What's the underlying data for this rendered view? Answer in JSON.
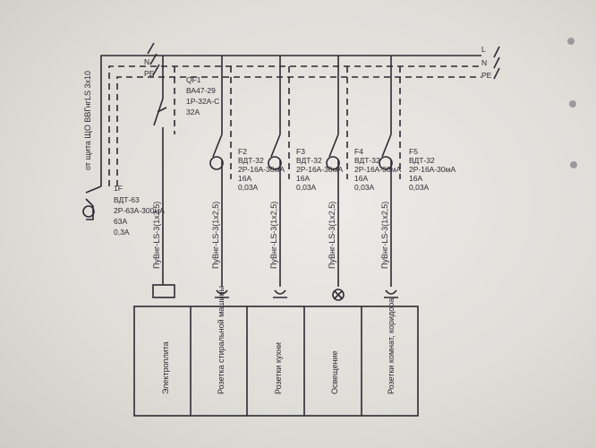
{
  "bus": {
    "cable": "от щита ЩО ВВГнгLS 3х10",
    "labels_left": [
      "N",
      "PE"
    ],
    "labels_right": [
      "L",
      "N",
      "PE"
    ]
  },
  "main_breaker": {
    "id": "QF1",
    "lines": [
      "ВА47-29",
      "1Р-32А-С",
      "32А"
    ]
  },
  "rcd_main": {
    "id": "1F",
    "lines": [
      "ВДТ-63",
      "2Р-63А-300мА",
      "63А",
      "0,3А"
    ]
  },
  "rcds": [
    {
      "id": "F2",
      "lines": [
        "ВДТ-32",
        "2Р-16А-30мА",
        "16А",
        "0,03А"
      ]
    },
    {
      "id": "F3",
      "lines": [
        "ВДТ-32",
        "2Р-16А-30мА",
        "16А",
        "0,03А"
      ]
    },
    {
      "id": "F4",
      "lines": [
        "ВДТ-32",
        "2Р-16А-30мА",
        "16А",
        "0,03А"
      ]
    },
    {
      "id": "F5",
      "lines": [
        "ВДТ-32",
        "2Р-16А-30мА",
        "16А",
        "0,03А"
      ]
    }
  ],
  "cables": [
    "ПуВнг-LS-3(1х2,5)",
    "ПуВнг-LS-3(1х2,5)",
    "ПуВнг-LS-3(1х2,5)",
    "ПуВнг-LS-3(1х2,5)",
    "ПуВнг-LS-3(1х2,5)"
  ],
  "loads": [
    "Электроплита",
    "Розетка стиральной машины",
    "Розетки кухни",
    "Освещение",
    "Розетки комнат, коридора"
  ]
}
